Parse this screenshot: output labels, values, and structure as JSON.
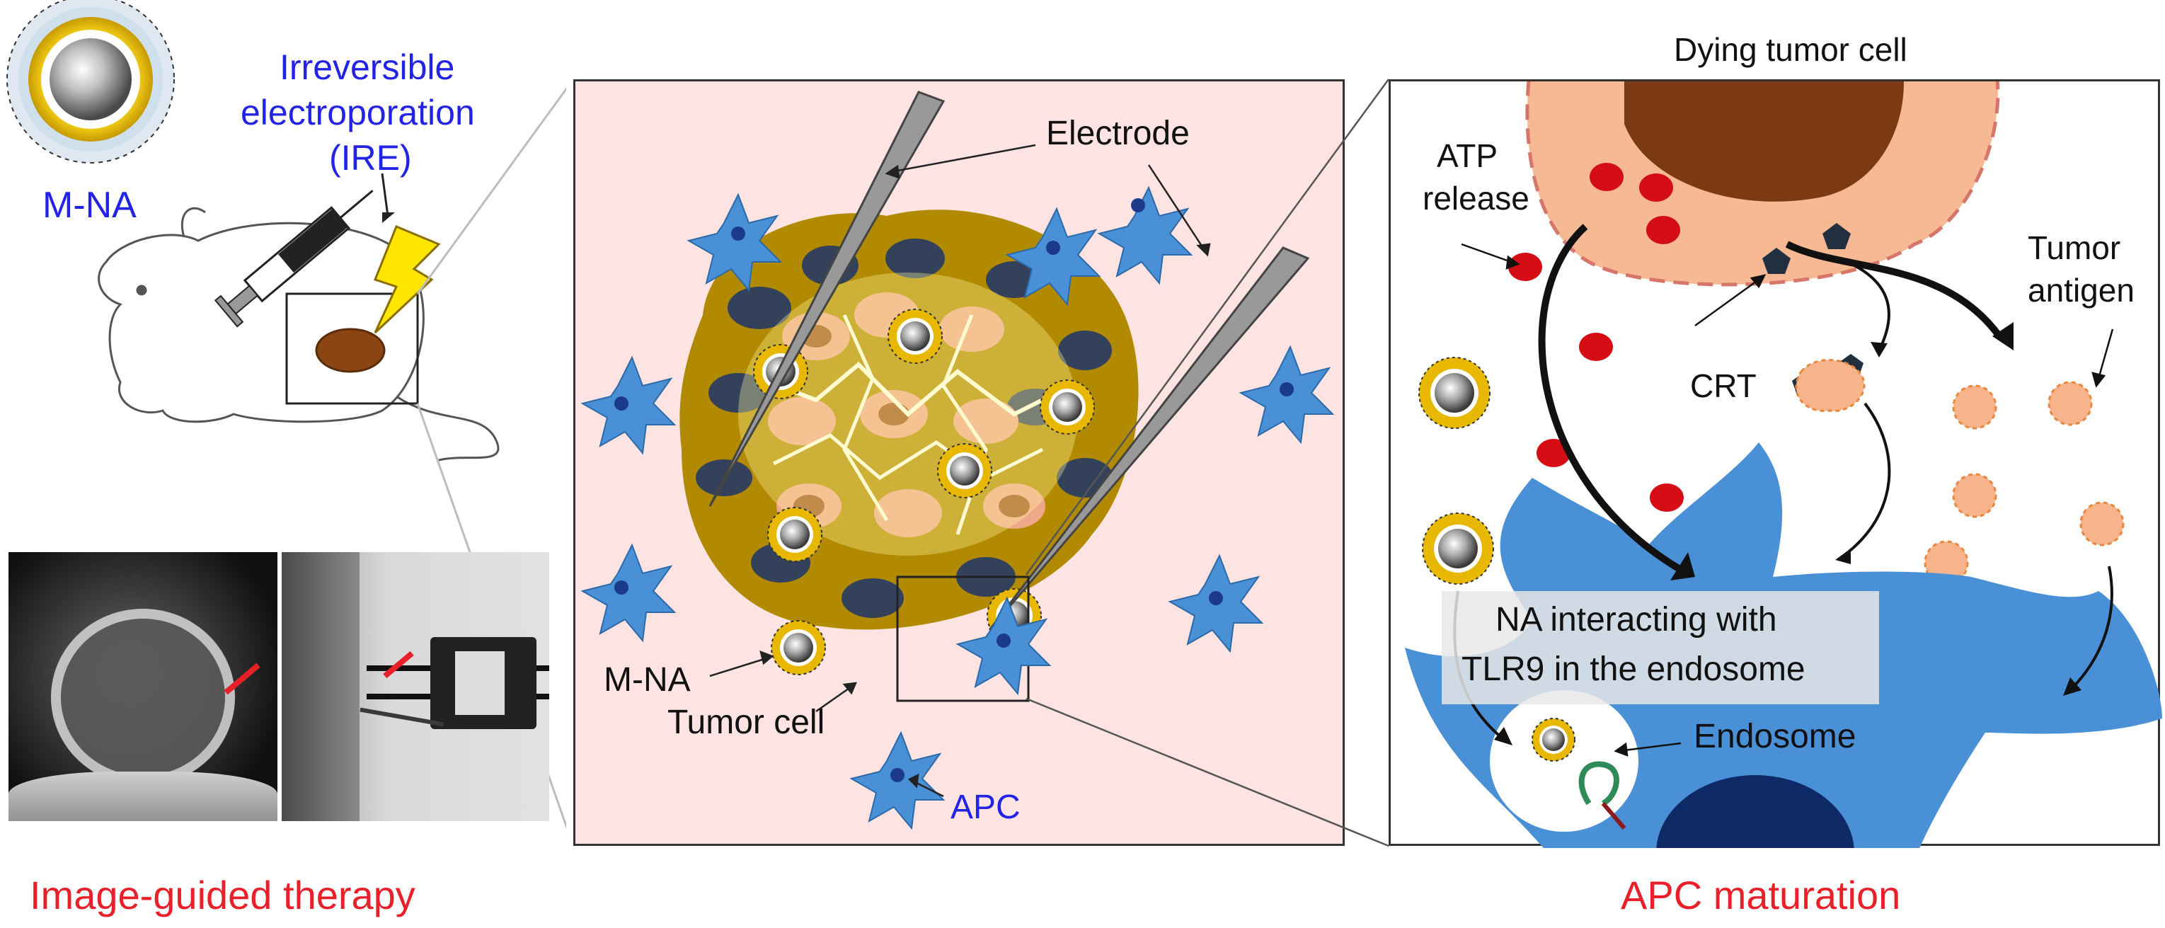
{
  "left_panel": {
    "nanoparticle_label": "M-NA",
    "ire_label_line1": "Irreversible",
    "ire_label_line2": "electroporation",
    "ire_label_line3": "(IRE)",
    "caption": "Image-guided therapy"
  },
  "middle_panel": {
    "electrode_label": "Electrode",
    "mna_label": "M-NA",
    "tumor_cell_label": "Tumor cell",
    "apc_label": "APC"
  },
  "right_panel": {
    "dying_cell_label": "Dying tumor cell",
    "atp_label_line1": "ATP",
    "atp_label_line2": "release",
    "tumor_antigen_line1": "Tumor",
    "tumor_antigen_line2": "antigen",
    "crt_label": "CRT",
    "interaction_line1": "NA interacting with",
    "interaction_line2": "TLR9 in the endosome",
    "endosome_label": "Endosome",
    "caption": "APC maturation"
  },
  "colors": {
    "label_blue": "#2323e6",
    "caption_red": "#e8202a",
    "pink_bg": "#fde3e1",
    "apc_blue": "#4a90d6",
    "tumor_orange": "#f3b58d",
    "nucleus_brown": "#7b3a12",
    "atp_red": "#d40e14",
    "gold": "#e8b800"
  }
}
